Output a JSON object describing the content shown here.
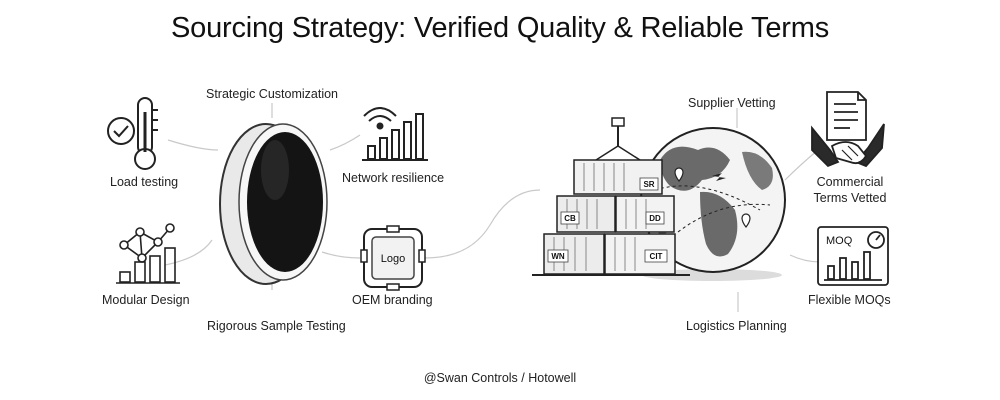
{
  "title": "Sourcing Strategy: Verified Quality & Reliable Terms",
  "left_group": {
    "top_label": "Strategic Customization",
    "bottom_label": "Rigorous Sample Testing",
    "items": [
      {
        "label": "Load testing",
        "icon": "thermometer-check-icon"
      },
      {
        "label": "Modular Design",
        "icon": "network-bar-chart-icon"
      },
      {
        "label": "Network resilience",
        "icon": "wifi-signal-bars-icon"
      },
      {
        "label": "OEM branding",
        "icon": "logo-badge-icon",
        "badge_text": "Logo"
      }
    ]
  },
  "right_group": {
    "top_label": "Supplier Vetting",
    "bottom_label": "Logistics Planning",
    "container_tags": [
      "SR",
      "CB",
      "DD",
      "WN",
      "CIT"
    ],
    "items": [
      {
        "label_line1": "Commercial",
        "label_line2": "Terms Vetted",
        "icon": "handshake-contract-icon"
      },
      {
        "label": "Flexible MOQs",
        "icon": "moq-chart-gauge-icon",
        "badge_text": "MOQ"
      }
    ]
  },
  "credit": "@Swan Controls / Hotowell"
}
